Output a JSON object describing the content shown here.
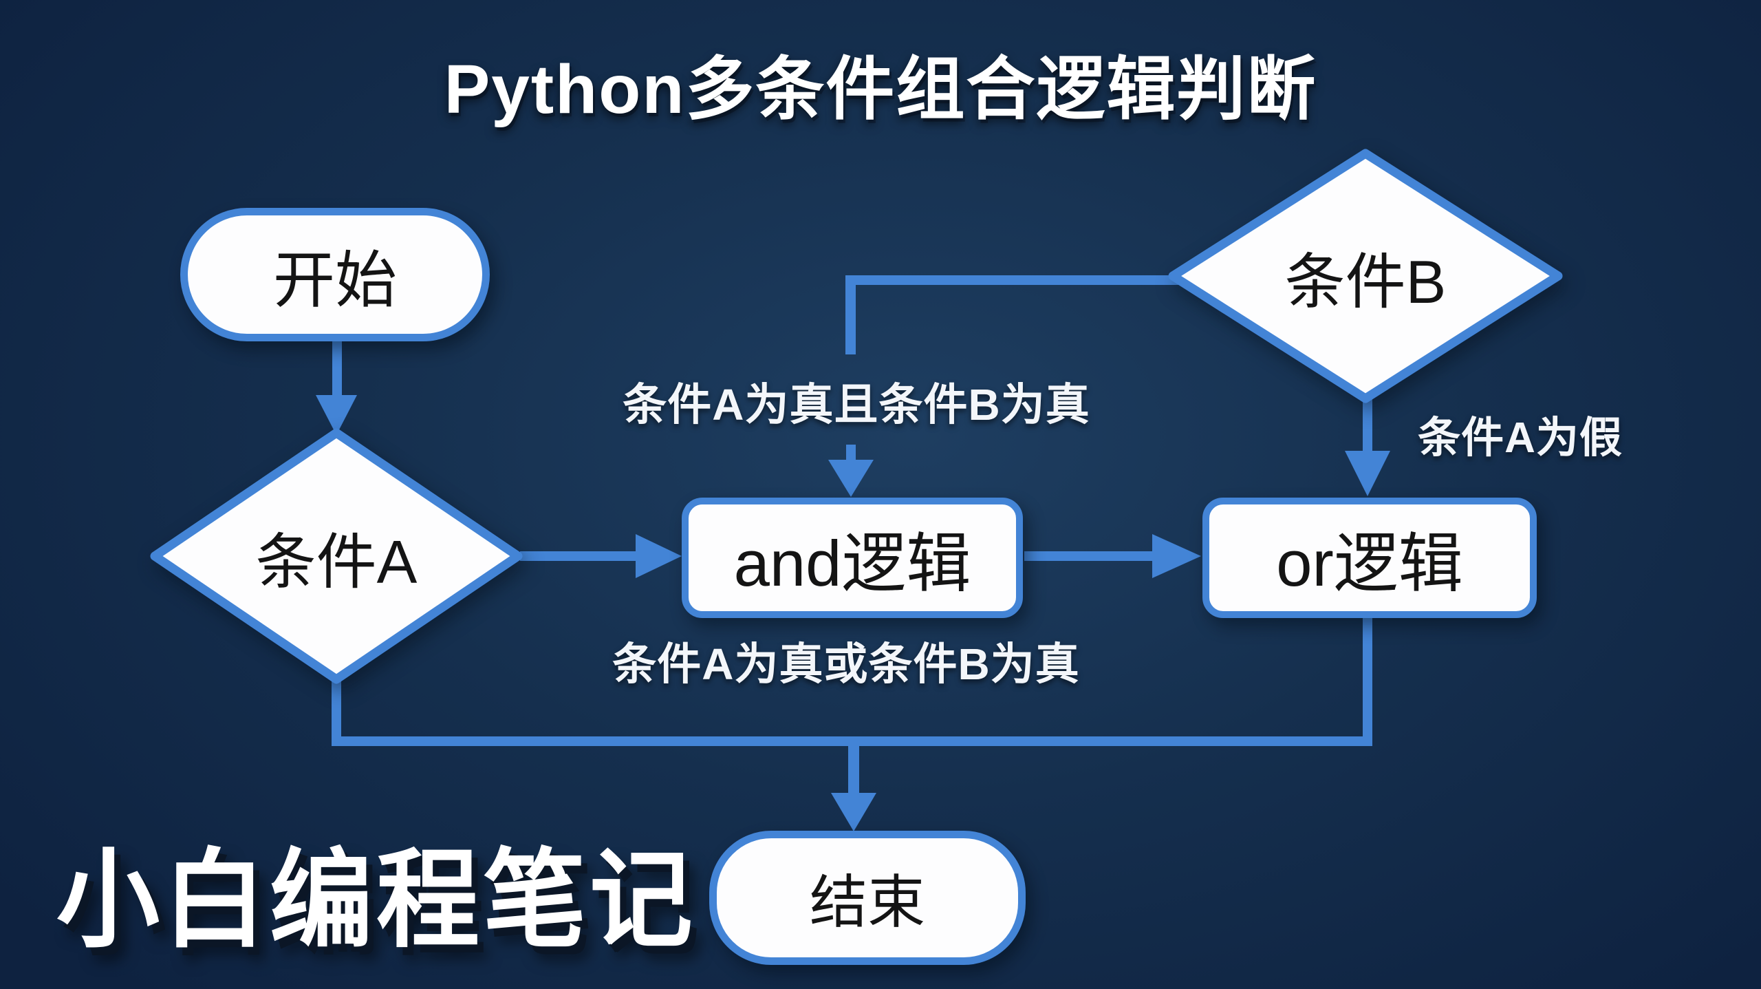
{
  "title": "Python多条件组合逻辑判断",
  "watermark": "小白编程笔记",
  "nodes": {
    "start": {
      "label": "开始",
      "type": "terminator"
    },
    "cond_a": {
      "label": "条件A",
      "type": "decision"
    },
    "cond_b": {
      "label": "条件B",
      "type": "decision"
    },
    "and_logic": {
      "label": "and逻辑",
      "type": "process"
    },
    "or_logic": {
      "label": "or逻辑",
      "type": "process"
    },
    "end": {
      "label": "结束",
      "type": "terminator"
    }
  },
  "edge_labels": {
    "and_true": "条件A为真且条件B为真",
    "a_false": "条件A为假",
    "or_true": "条件A为真或条件B为真"
  },
  "colors": {
    "accent_blue": "#4384d6",
    "node_fill": "#fdfdfe",
    "bg_center": "#1e3e61",
    "bg_mid": "#152f4e",
    "bg_edge": "#0e2240",
    "text_dark": "#141414",
    "text_light": "#f3f6fa"
  }
}
